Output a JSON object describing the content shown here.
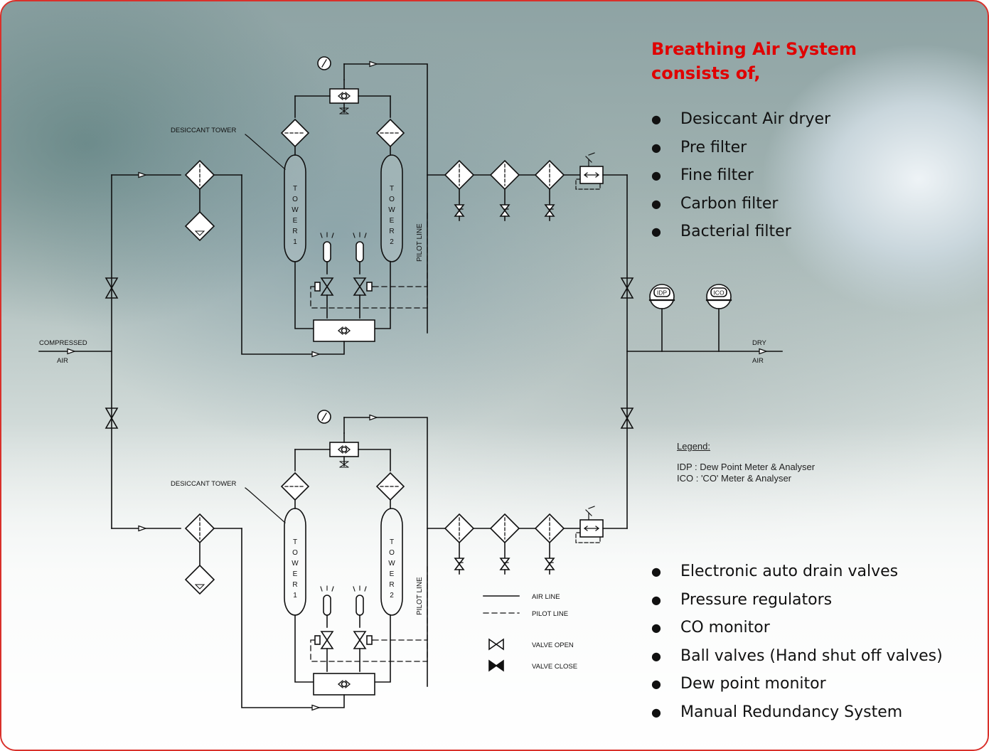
{
  "title": "Breathing Air System consists of,",
  "list_top": [
    "Desiccant Air dryer",
    "Pre filter",
    "Fine filter",
    "Carbon filter",
    "Bacterial filter"
  ],
  "list_bottom": [
    "Electronic auto drain valves",
    "Pressure regulators",
    "CO monitor",
    "Ball valves (Hand shut off valves)",
    "Dew point monitor",
    "Manual Redundancy System"
  ],
  "legend": {
    "title": "Legend:",
    "lines": [
      "IDP  : Dew Point Meter & Analyser",
      "ICO : 'CO' Meter & Analyser"
    ]
  },
  "diagram": {
    "inlet_top": "COMPRESSED",
    "inlet_bottom": "AIR",
    "outlet_top": "DRY",
    "outlet_bottom": "AIR",
    "desiccant_tower": "DESICCANT TOWER",
    "tower1_letters": [
      "T",
      "O",
      "W",
      "E",
      "R",
      "1"
    ],
    "tower2_letters": [
      "T",
      "O",
      "W",
      "E",
      "R",
      "2"
    ],
    "pilot_line": "PILOT LINE",
    "idp": "IDP",
    "ico": "ICO",
    "key": {
      "air_line": "AIR LINE",
      "pilot_line": "PILOT LINE",
      "valve_open": "VALVE OPEN",
      "valve_close": "VALVE CLOSE"
    }
  },
  "colors": {
    "accent": "#e00000",
    "border": "#d9302a",
    "line": "#111111"
  }
}
